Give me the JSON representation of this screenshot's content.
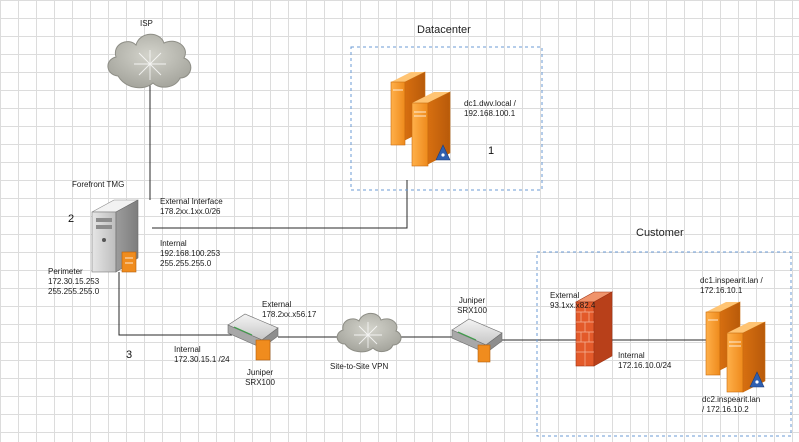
{
  "nodes": {
    "isp": {
      "name": "ISP"
    },
    "datacenter": {
      "title": "Datacenter",
      "host_line1": "dc1.dwv.local /",
      "host_line2": "192.168.100.1",
      "marker": "1"
    },
    "forefront": {
      "name": "Forefront TMG",
      "marker": "2"
    },
    "external_interface": {
      "line1": "External Interface",
      "line2": "178.2xx.1xx.0/26"
    },
    "internal_tmg": {
      "line1": "Internal",
      "line2": "192.168.100.253",
      "line3": "255.255.255.0"
    },
    "perimeter": {
      "line1": "Perimeter",
      "line2": "172.30.15.253",
      "line3": "255.255.255.0"
    },
    "juniper_left": {
      "external1": "External",
      "external2": "178.2xx.x56.17",
      "internal1": "Internal",
      "internal2": "172.30.15.1 /24",
      "name1": "Juniper",
      "name2": "SRX100",
      "marker": "3"
    },
    "vpn": {
      "label": "Site-to-Site VPN"
    },
    "juniper_right": {
      "name1": "Juniper",
      "name2": "SRX100"
    },
    "customer": {
      "title": "Customer",
      "external1": "External",
      "external2": "93.1xx.x82.4",
      "internal1": "Internal",
      "internal2": "172.16.10.0/24",
      "dc1_line1": "dc1.inspearit.lan /",
      "dc1_line2": "172.16.10.1",
      "dc2_line1": "dc2.inspearit.lan",
      "dc2_line2": "/ 172.16.10.2"
    }
  },
  "colors": {
    "server_orange": "#f08c1e",
    "firewall_red": "#d8481f",
    "boundary_blue": "#6b9bd6",
    "connector": "#2a2a2a",
    "cloud_grey": "#b8b8b0"
  }
}
